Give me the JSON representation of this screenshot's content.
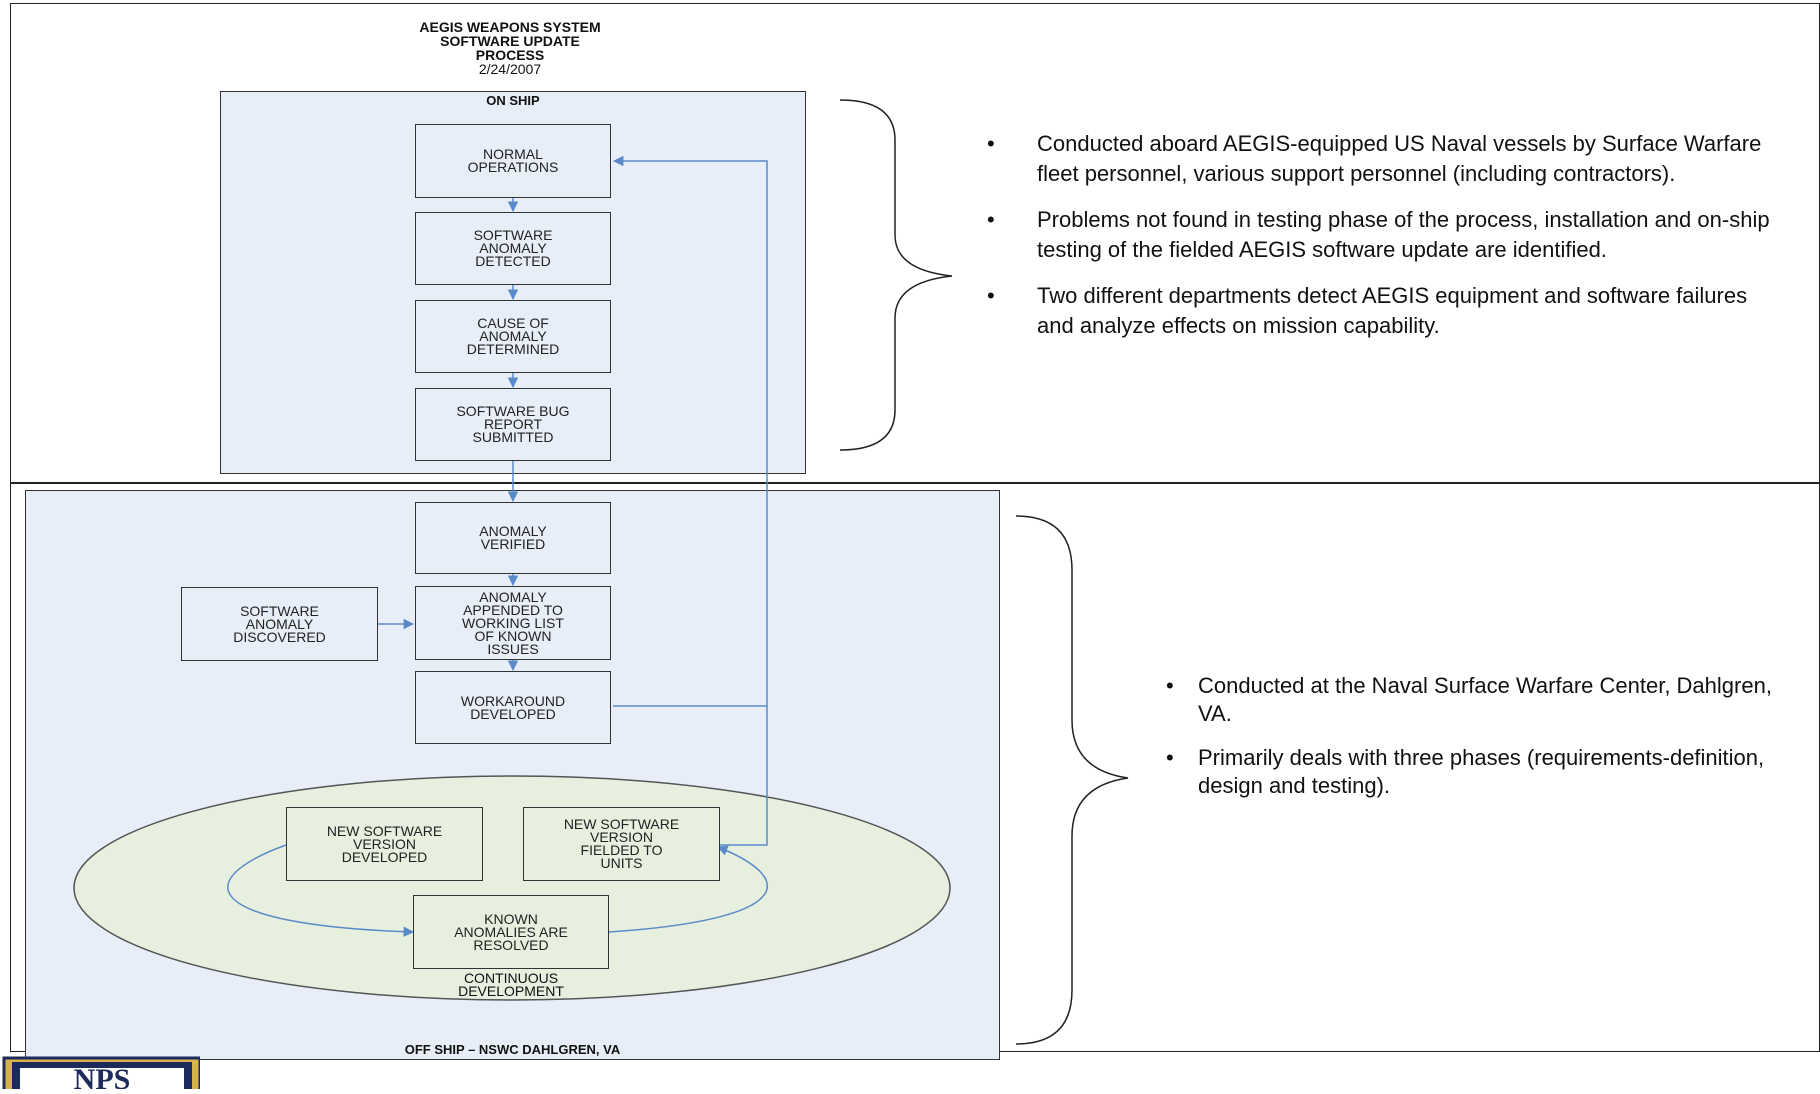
{
  "title": {
    "line1": "AEGIS WEAPONS SYSTEM",
    "line2": "SOFTWARE UPDATE",
    "line3": "PROCESS",
    "date": "2/24/2007"
  },
  "on_ship": {
    "label": "ON SHIP",
    "boxes": [
      "NORMAL\nOPERATIONS",
      "SOFTWARE\nANOMALY\nDETECTED",
      "CAUSE OF\nANOMALY\nDETERMINED",
      "SOFTWARE BUG\nREPORT\nSUBMITTED"
    ],
    "bullets": [
      "Conducted aboard AEGIS-equipped US Naval vessels by Surface Warfare fleet personnel, various support personnel (including contractors).",
      "Problems not found in testing phase of the process, installation and on-ship testing of the fielded AEGIS software update are identified.",
      "Two different departments detect AEGIS equipment and software failures and analyze effects on mission capability."
    ]
  },
  "off_ship": {
    "label": "OFF SHIP – NSWC DAHLGREN, VA",
    "boxes": {
      "verified": "ANOMALY\nVERIFIED",
      "appended": "ANOMALY\nAPPENDED TO\nWORKING LIST\nOF KNOWN\nISSUES",
      "discovered": "SOFTWARE\nANOMALY\nDISCOVERED",
      "workaround": "WORKAROUND\nDEVELOPED",
      "new_version": "NEW SOFTWARE\nVERSION\nDEVELOPED",
      "fielded": "NEW SOFTWARE\nVERSION\nFIELDED TO\nUNITS",
      "resolved": "KNOWN\nANOMALIES ARE\nRESOLVED"
    },
    "cycle_label": "CONTINUOUS\nDEVELOPMENT",
    "bullets": [
      "Conducted  at the Naval Surface Warfare Center, Dahlgren, VA.",
      "Primarily deals with three phases (requirements-definition, design  and testing)."
    ]
  },
  "logo": {
    "text": "NPS"
  },
  "colors": {
    "arrow": "#5b8ac8",
    "panel": "#e8eef8",
    "oval": "#e7efdf"
  },
  "bullet_glyph": "•"
}
